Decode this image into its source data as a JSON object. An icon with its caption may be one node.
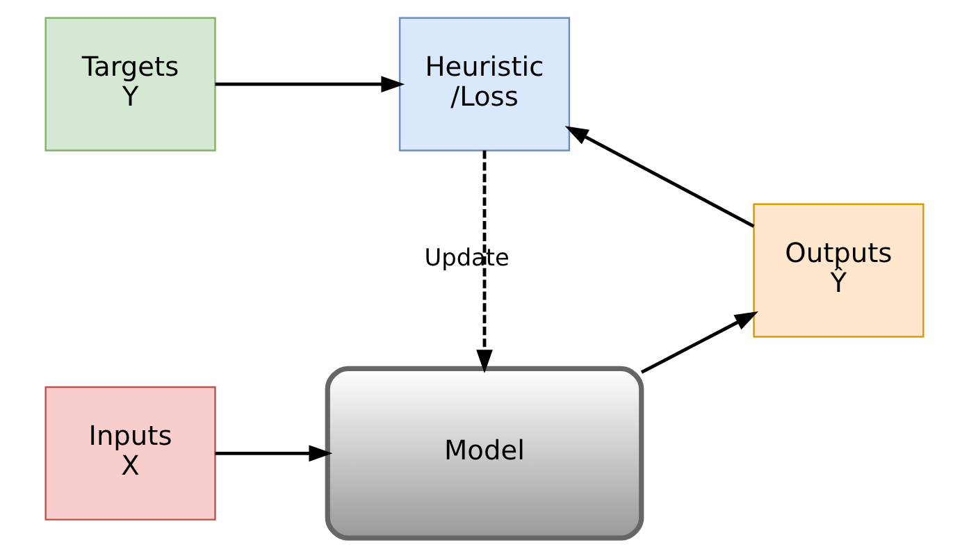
{
  "diagram": {
    "nodes": [
      {
        "text": [
          "Inputs",
          "X"
        ]
      },
      {
        "text": [
          "Model"
        ]
      },
      {
        "text": [
          "Outputs",
          "Ŷ"
        ]
      },
      {
        "text": [
          "Targets",
          "Y"
        ]
      },
      {
        "text": [
          "Heuristic",
          "/Loss"
        ]
      }
    ],
    "edges": [
      {
        "from": 0,
        "to": 1,
        "arrow": "to"
      },
      {
        "from": 1,
        "to": 2,
        "arrow": "to"
      },
      {
        "from": 2,
        "to": 4,
        "arrow": "to"
      },
      {
        "from": 3,
        "to": 4,
        "arrow": "to"
      },
      {
        "from": 4,
        "to": 1,
        "arrow": "to",
        "label": "Update",
        "style": "dashed"
      }
    ]
  }
}
